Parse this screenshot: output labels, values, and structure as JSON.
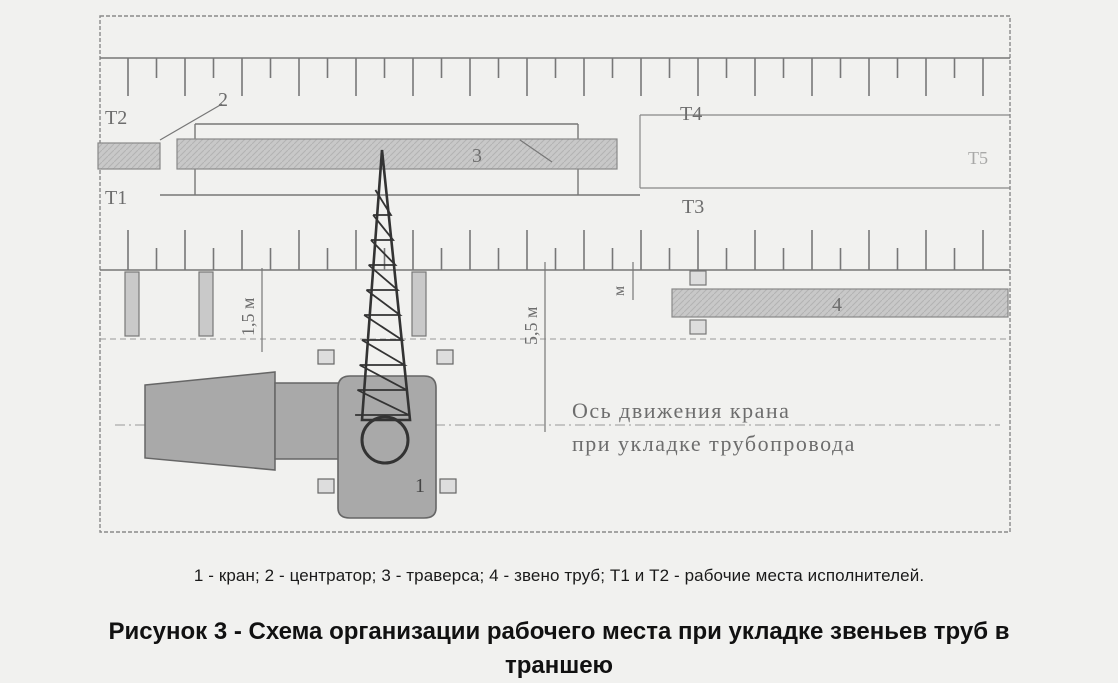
{
  "labels": {
    "t1": "T1",
    "t2": "T2",
    "t3": "T3",
    "t4": "T4",
    "t5": "T5",
    "item1": "1",
    "item2": "2",
    "item3": "3",
    "item4": "4",
    "dim_1_5": "1,5 м",
    "dim_5_5": "5,5 м",
    "dim_small": "м",
    "axis_line1": "Ось движения крана",
    "axis_line2": "при укладке трубопровода"
  },
  "legend": "1 - кран; 2 - центратор; 3 - траверса; 4 - звено труб; Т1 и Т2 - рабочие места исполнителей.",
  "caption": "Рисунок 3 - Схема организации рабочего места при укладке звеньев труб в траншею",
  "colors": {
    "line": "#777777",
    "pipe_fill": "#c4c4c4",
    "crane_fill": "#a9a9a9",
    "text_gray": "#6d6d6d"
  }
}
